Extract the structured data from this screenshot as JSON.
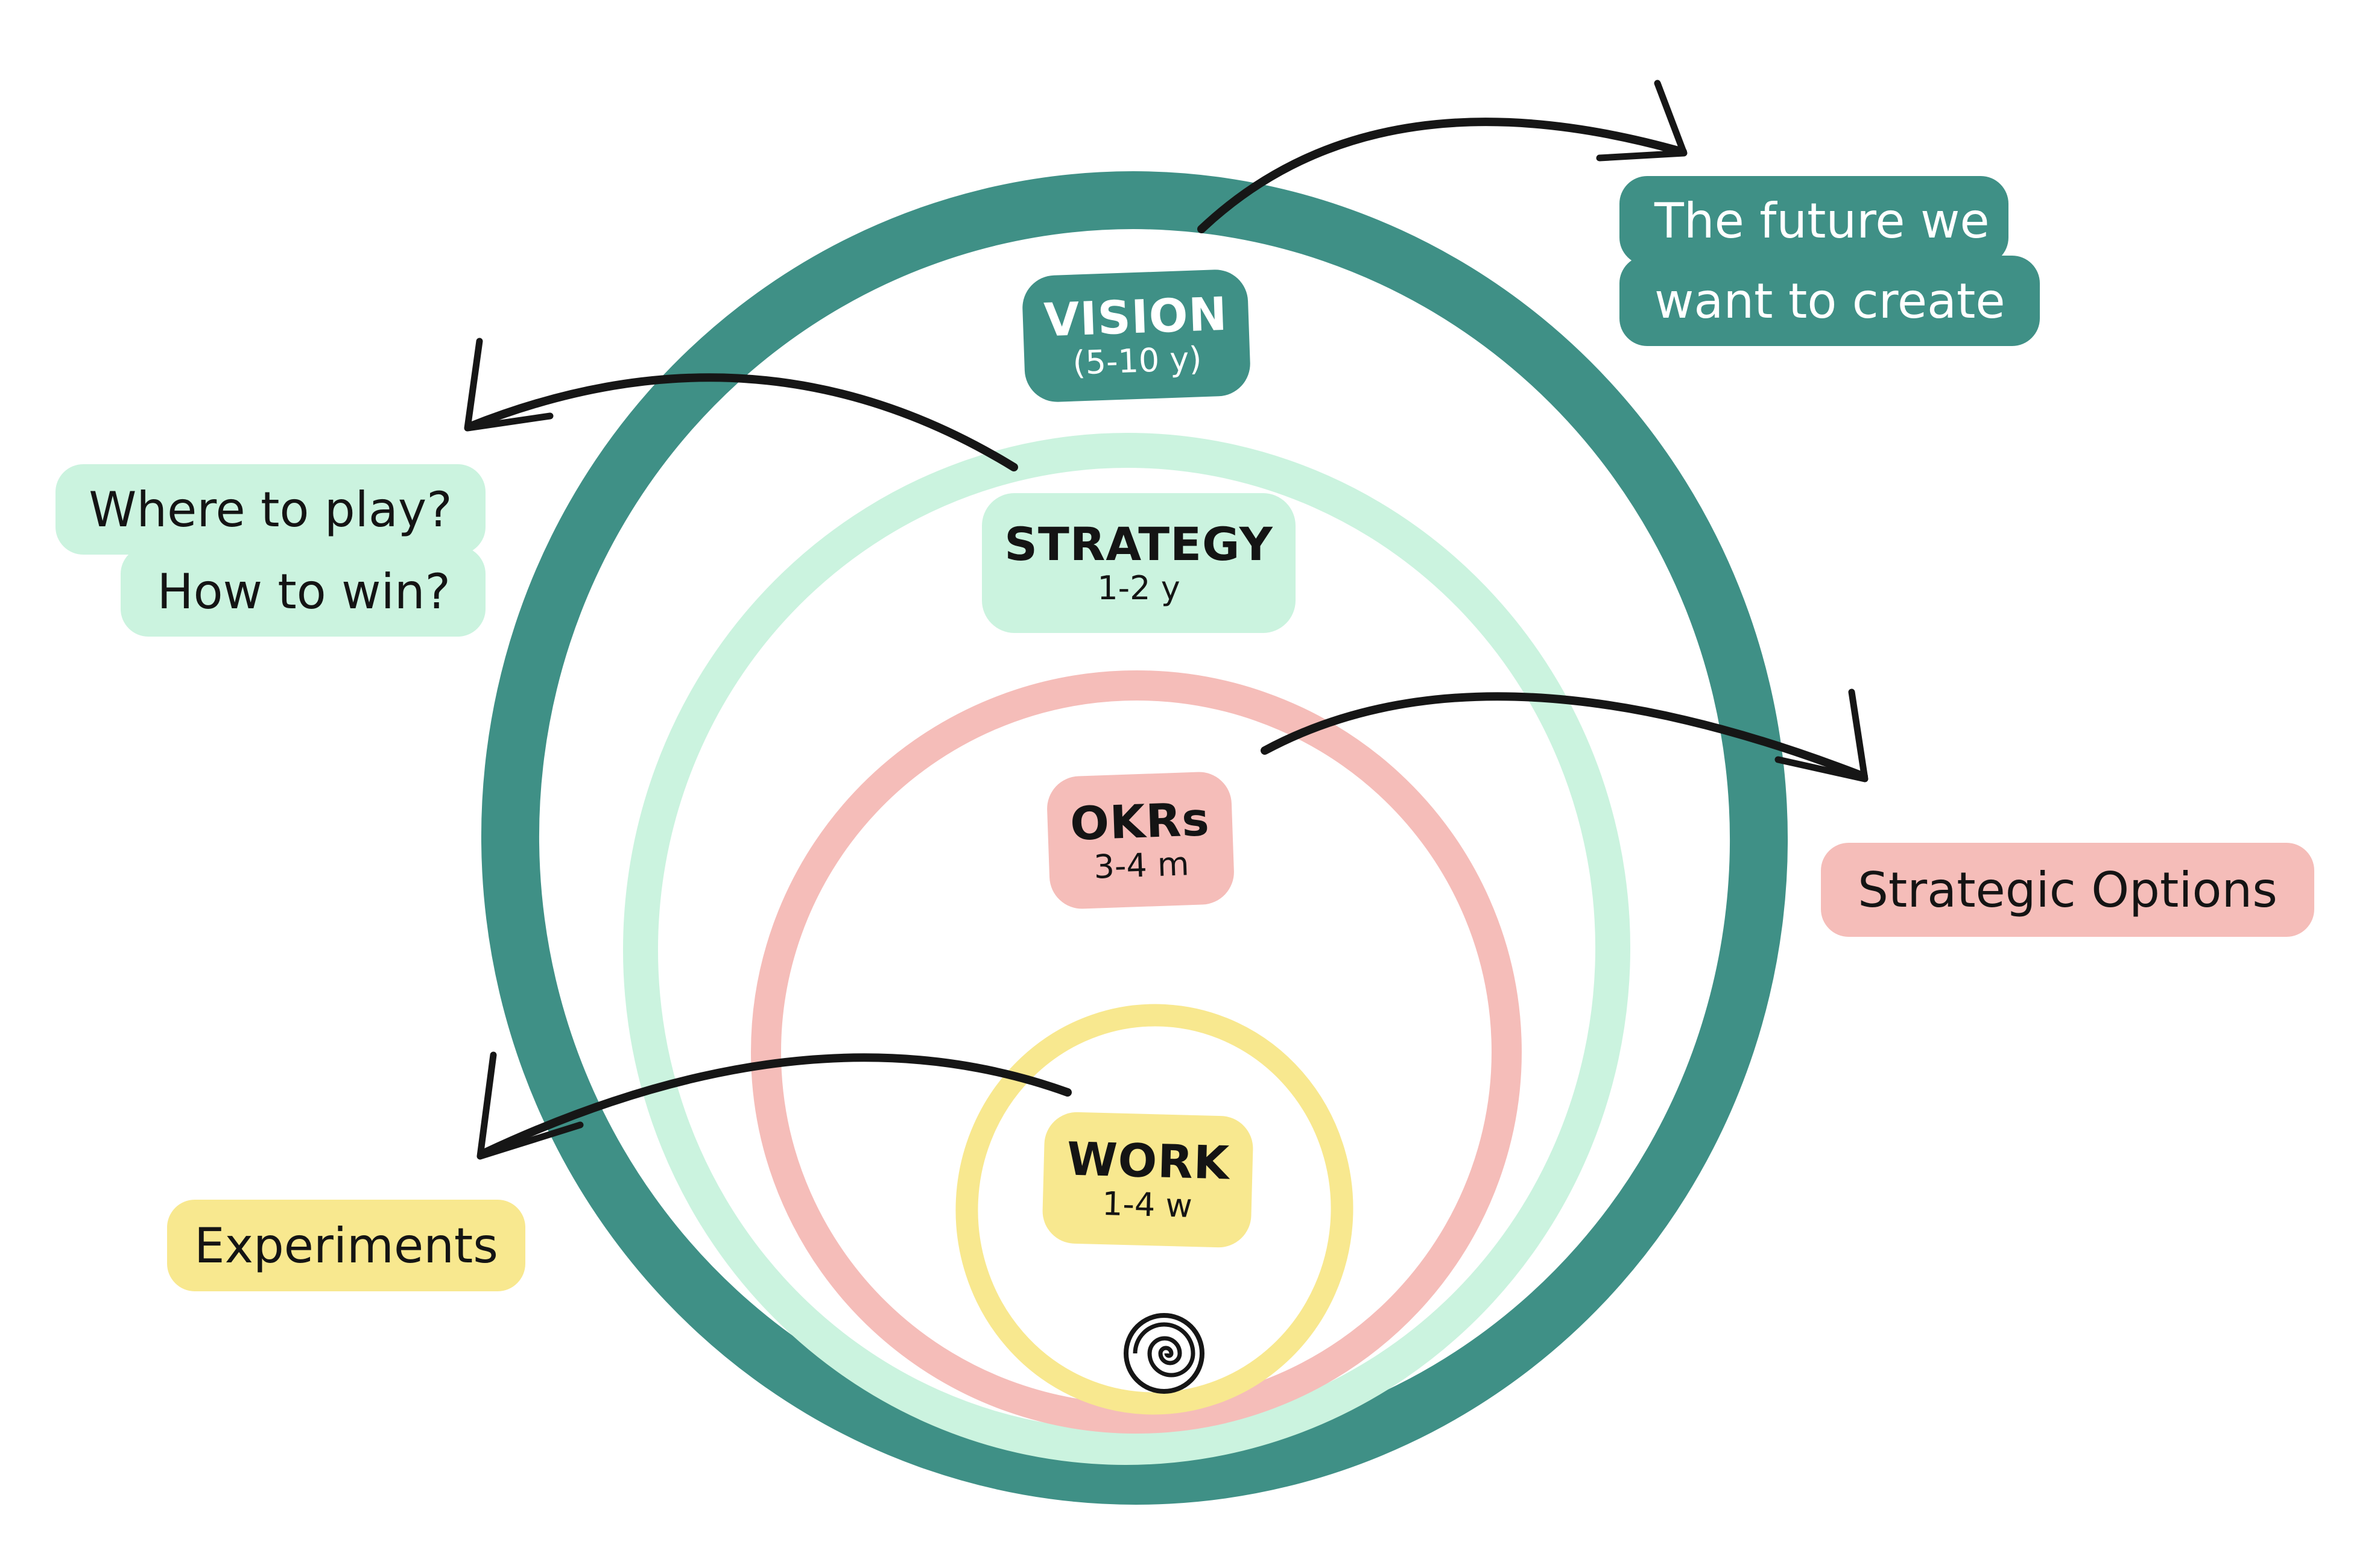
{
  "ink": "#161616",
  "background": "#ffffff",
  "rings": [
    {
      "name": "Vision",
      "label": "VISION",
      "sublabel": "(5-10 y)",
      "color": "#3F9086",
      "text_color": "#ffffff"
    },
    {
      "name": "Strategy",
      "label": "STRATEGY",
      "sublabel": "1-2 y",
      "color": "#CBF3DF",
      "text_color": "#141414"
    },
    {
      "name": "OKRs",
      "label": "OKRs",
      "sublabel": "3-4 m",
      "color": "#F5BDB9",
      "text_color": "#141414"
    },
    {
      "name": "Work",
      "label": "WORK",
      "sublabel": "1-4 w",
      "color": "#F8E88F",
      "text_color": "#141414"
    }
  ],
  "callouts": [
    {
      "name": "future-we-want",
      "lines": [
        "The future we",
        "want to create"
      ],
      "color": "#3F9086",
      "text_color": "#ffffff"
    },
    {
      "name": "where-to-play",
      "lines": [
        "Where to play?",
        "How to win?"
      ],
      "color": "#CBF3DF",
      "text_color": "#141414"
    },
    {
      "name": "strategic-options",
      "lines": [
        "Strategic Options"
      ],
      "color": "#F5BDB9",
      "text_color": "#141414"
    },
    {
      "name": "experiments",
      "lines": [
        "Experiments"
      ],
      "color": "#F8E88F",
      "text_color": "#141414"
    }
  ]
}
